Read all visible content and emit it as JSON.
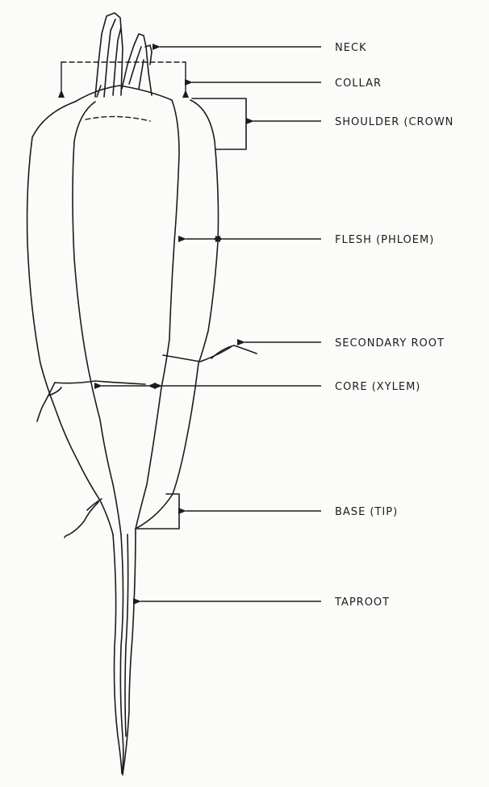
{
  "labels": {
    "neck": "NECK",
    "collar": "COLLAR",
    "shoulder": "SHOULDER (CROWN",
    "flesh": "FLESH (PHLOEM)",
    "secondary_root": "SECONDARY ROOT",
    "core": "CORE (XYLEM)",
    "base": "BASE (TIP)",
    "taproot": "TAPROOT"
  },
  "colors": {
    "ink": "#1c1c1c",
    "paper": "#fbfbf9"
  }
}
